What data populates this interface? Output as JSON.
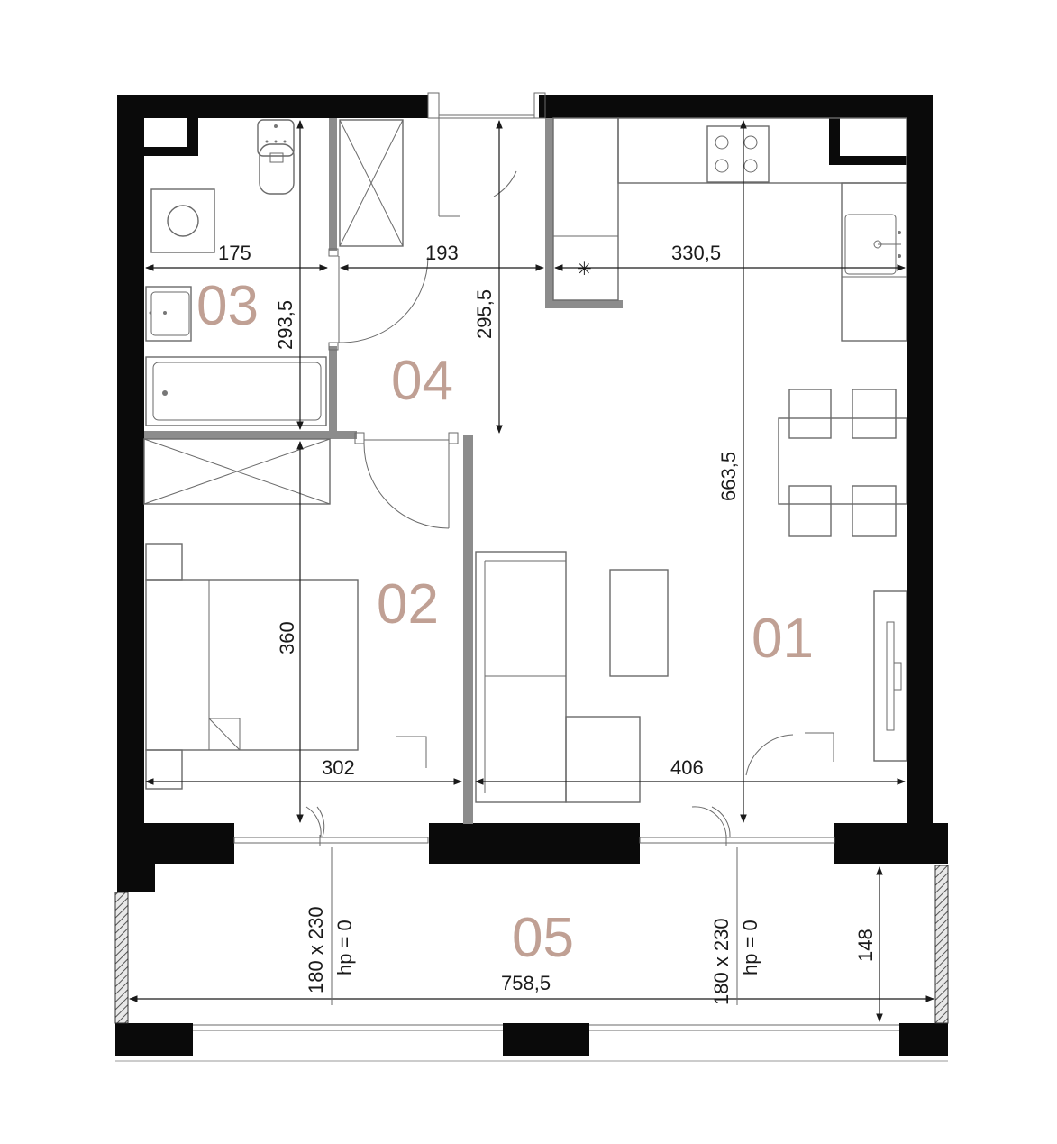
{
  "rooms": {
    "r01": "01",
    "r02": "02",
    "r03": "03",
    "r04": "04",
    "r05": "05"
  },
  "dimensions": {
    "bath_width": "175",
    "bath_height": "293,5",
    "hall_width": "193",
    "hall_height": "295,5",
    "kitchen_width": "330,5",
    "living_height": "663,5",
    "bedroom_height": "360",
    "bedroom_width": "302",
    "living_width": "406",
    "balcony_width": "758,5",
    "balcony_depth": "148"
  },
  "doors": {
    "door_left_size": "180  x 230",
    "door_left_hp": "hp = 0",
    "door_right_size": "180  x 230",
    "door_right_hp": "hp = 0"
  },
  "colors": {
    "room_label": "#c0a094",
    "wall": "#0a0a0a",
    "partition": "#8c8c8c"
  }
}
